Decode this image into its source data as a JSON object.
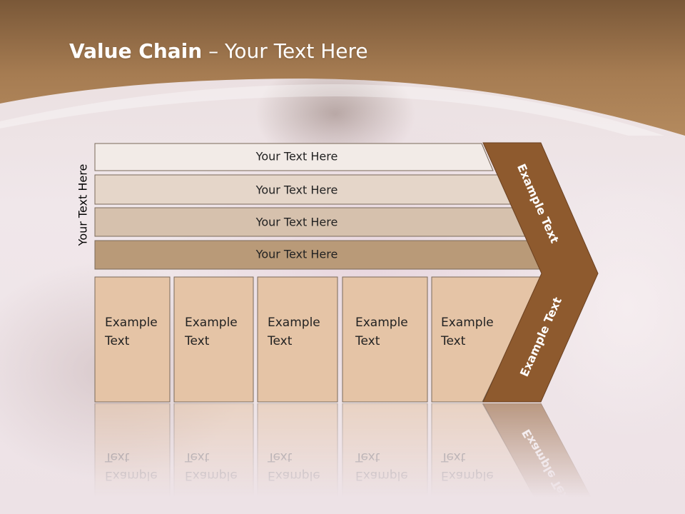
{
  "title": {
    "bold": "Value Chain",
    "rest": " – Your Text Here"
  },
  "side_label": "Your Text Here",
  "rows": [
    {
      "label": "Your Text Here",
      "color": "#f2ebe7"
    },
    {
      "label": "Your Text Here",
      "color": "#e5d6c9"
    },
    {
      "label": "Your Text Here",
      "color": "#d6c1ad"
    },
    {
      "label": "Your Text Here",
      "color": "#b99a78"
    }
  ],
  "boxes": [
    {
      "label": "Example Text"
    },
    {
      "label": "Example Text"
    },
    {
      "label": "Example Text"
    },
    {
      "label": "Example Text"
    },
    {
      "label": "Example Text"
    }
  ],
  "chevron": {
    "upper_label": "Example Text",
    "lower_label": "Example Text",
    "color": "#8e5a2e"
  },
  "colors": {
    "banner": "#9a7048",
    "box_fill": "#e5c4a6",
    "outline": "#7a6a5a"
  }
}
